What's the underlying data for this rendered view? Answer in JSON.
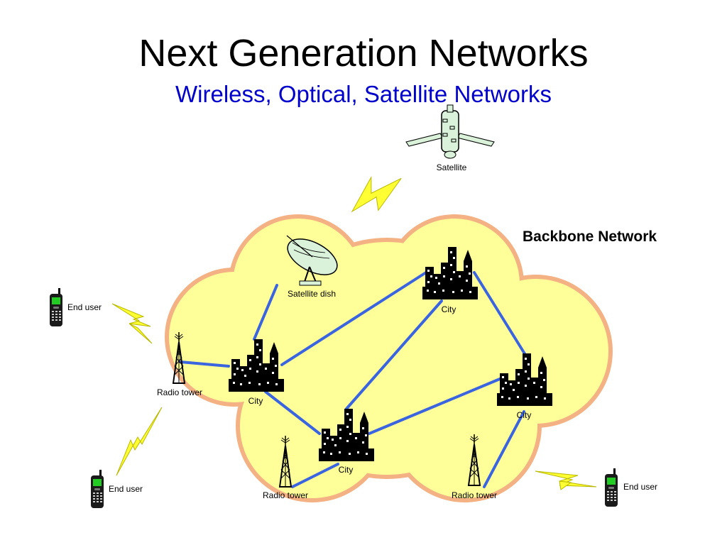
{
  "slide": {
    "title": "Next Generation Networks",
    "subtitle": "Wireless, Optical, Satellite Networks",
    "subtitle_color": "#0000cc"
  },
  "cloud": {
    "label": "Backbone Network",
    "fill_color": "#ffff99",
    "border_color": "#f4b183"
  },
  "link_color": "#3a64e0",
  "lightning_color": "#ffff33",
  "nodes": {
    "satellite": {
      "label": "Satellite",
      "icon": "satellite-icon"
    },
    "satellite_dish": {
      "label": "Satellite dish",
      "icon": "satellite-dish-icon"
    },
    "city_left": {
      "label": "City",
      "icon": "city-skyline-icon"
    },
    "city_top": {
      "label": "City",
      "icon": "city-skyline-icon"
    },
    "city_right": {
      "label": "City",
      "icon": "city-skyline-icon"
    },
    "city_bottom": {
      "label": "City",
      "icon": "city-skyline-icon"
    },
    "radio_tower_left": {
      "label": "Radio tower",
      "icon": "radio-tower-icon"
    },
    "radio_tower_bottom_left": {
      "label": "Radio tower",
      "icon": "radio-tower-icon"
    },
    "radio_tower_bottom_right": {
      "label": "Radio tower",
      "icon": "radio-tower-icon"
    },
    "end_user_top_left": {
      "label": "End user",
      "icon": "cell-phone-icon"
    },
    "end_user_bottom_left": {
      "label": "End user",
      "icon": "cell-phone-icon"
    },
    "end_user_bottom_right": {
      "label": "End user",
      "icon": "cell-phone-icon"
    }
  }
}
